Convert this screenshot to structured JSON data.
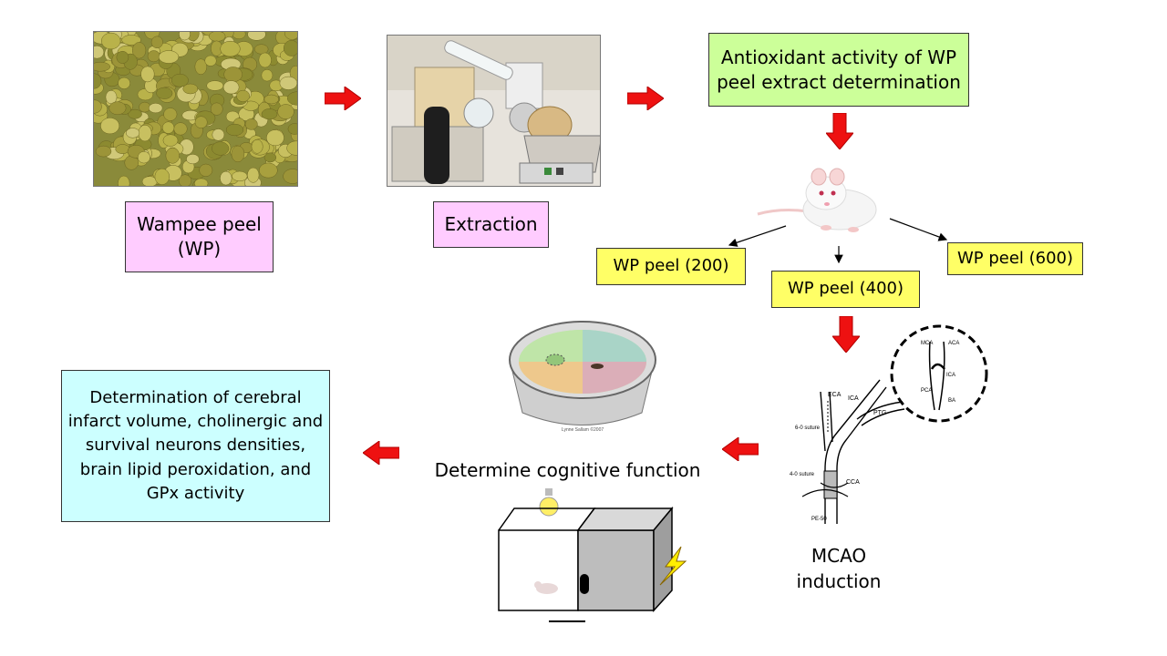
{
  "nodes": {
    "wampee_peel": {
      "line1": "Wampee peel",
      "line2": "(WP)"
    },
    "extraction": "Extraction",
    "antioxidant": {
      "line1": "Antioxidant activity of WP",
      "line2": "peel extract determination"
    },
    "dose_200": "WP peel (200)",
    "dose_400": "WP peel (400)",
    "dose_600": "WP peel (600)",
    "mcao": {
      "line1": "MCAO",
      "line2": "induction"
    },
    "cognitive": "Determine cognitive function",
    "determination": {
      "line1": "Determination of cerebral",
      "line2": "infarct volume, cholinergic and",
      "line3": "survival neurons densities,",
      "line4": "brain lipid peroxidation, and",
      "line5": "GPx activity"
    }
  },
  "mcao_labels": {
    "eca": "ECA",
    "ica": "ICA",
    "ptg": "PTG",
    "cca": "CCA",
    "suture6": "6-0 suture",
    "suture4": "4-0 suture",
    "pe50": "PE-50",
    "mca": "MCA",
    "aca": "ACA",
    "pca": "PCA",
    "ica2": "ICA",
    "bа": "BA"
  },
  "maze_caption": "Lynne Sallam ©2007",
  "colors": {
    "arrow_red": "#ee1111",
    "pink": "#ffccff",
    "green": "#ccff99",
    "yellow": "#ffff66",
    "cyan": "#ccffff"
  }
}
